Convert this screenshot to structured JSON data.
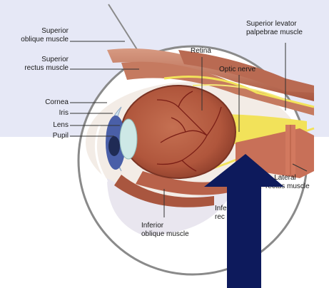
{
  "labels": {
    "superior_oblique_line1": "Superior",
    "superior_oblique_line2": "oblique muscle",
    "superior_rectus_line1": "Superior",
    "superior_rectus_line2": "rectus muscle",
    "cornea": "Cornea",
    "iris": "Iris",
    "lens": "Lens",
    "pupil": "Pupil",
    "retina": "Retina",
    "optic_nerve": "Optic nerve",
    "superior_levator_line1": "Superior levator",
    "superior_levator_line2": "palpebrae muscle",
    "lateral_line1": "Lateral",
    "lateral_line2": "rectus muscle",
    "inferior_rectus_line1": "Infe",
    "inferior_rectus_line2": "rec",
    "inferior_oblique_line1": "Inferior",
    "inferior_oblique_line2": "oblique muscle"
  },
  "colors": {
    "panel": "#e6e8f6",
    "arrow": "#0d1a5c",
    "muscle": "#b7624a",
    "nerve": "#f2e25a"
  }
}
